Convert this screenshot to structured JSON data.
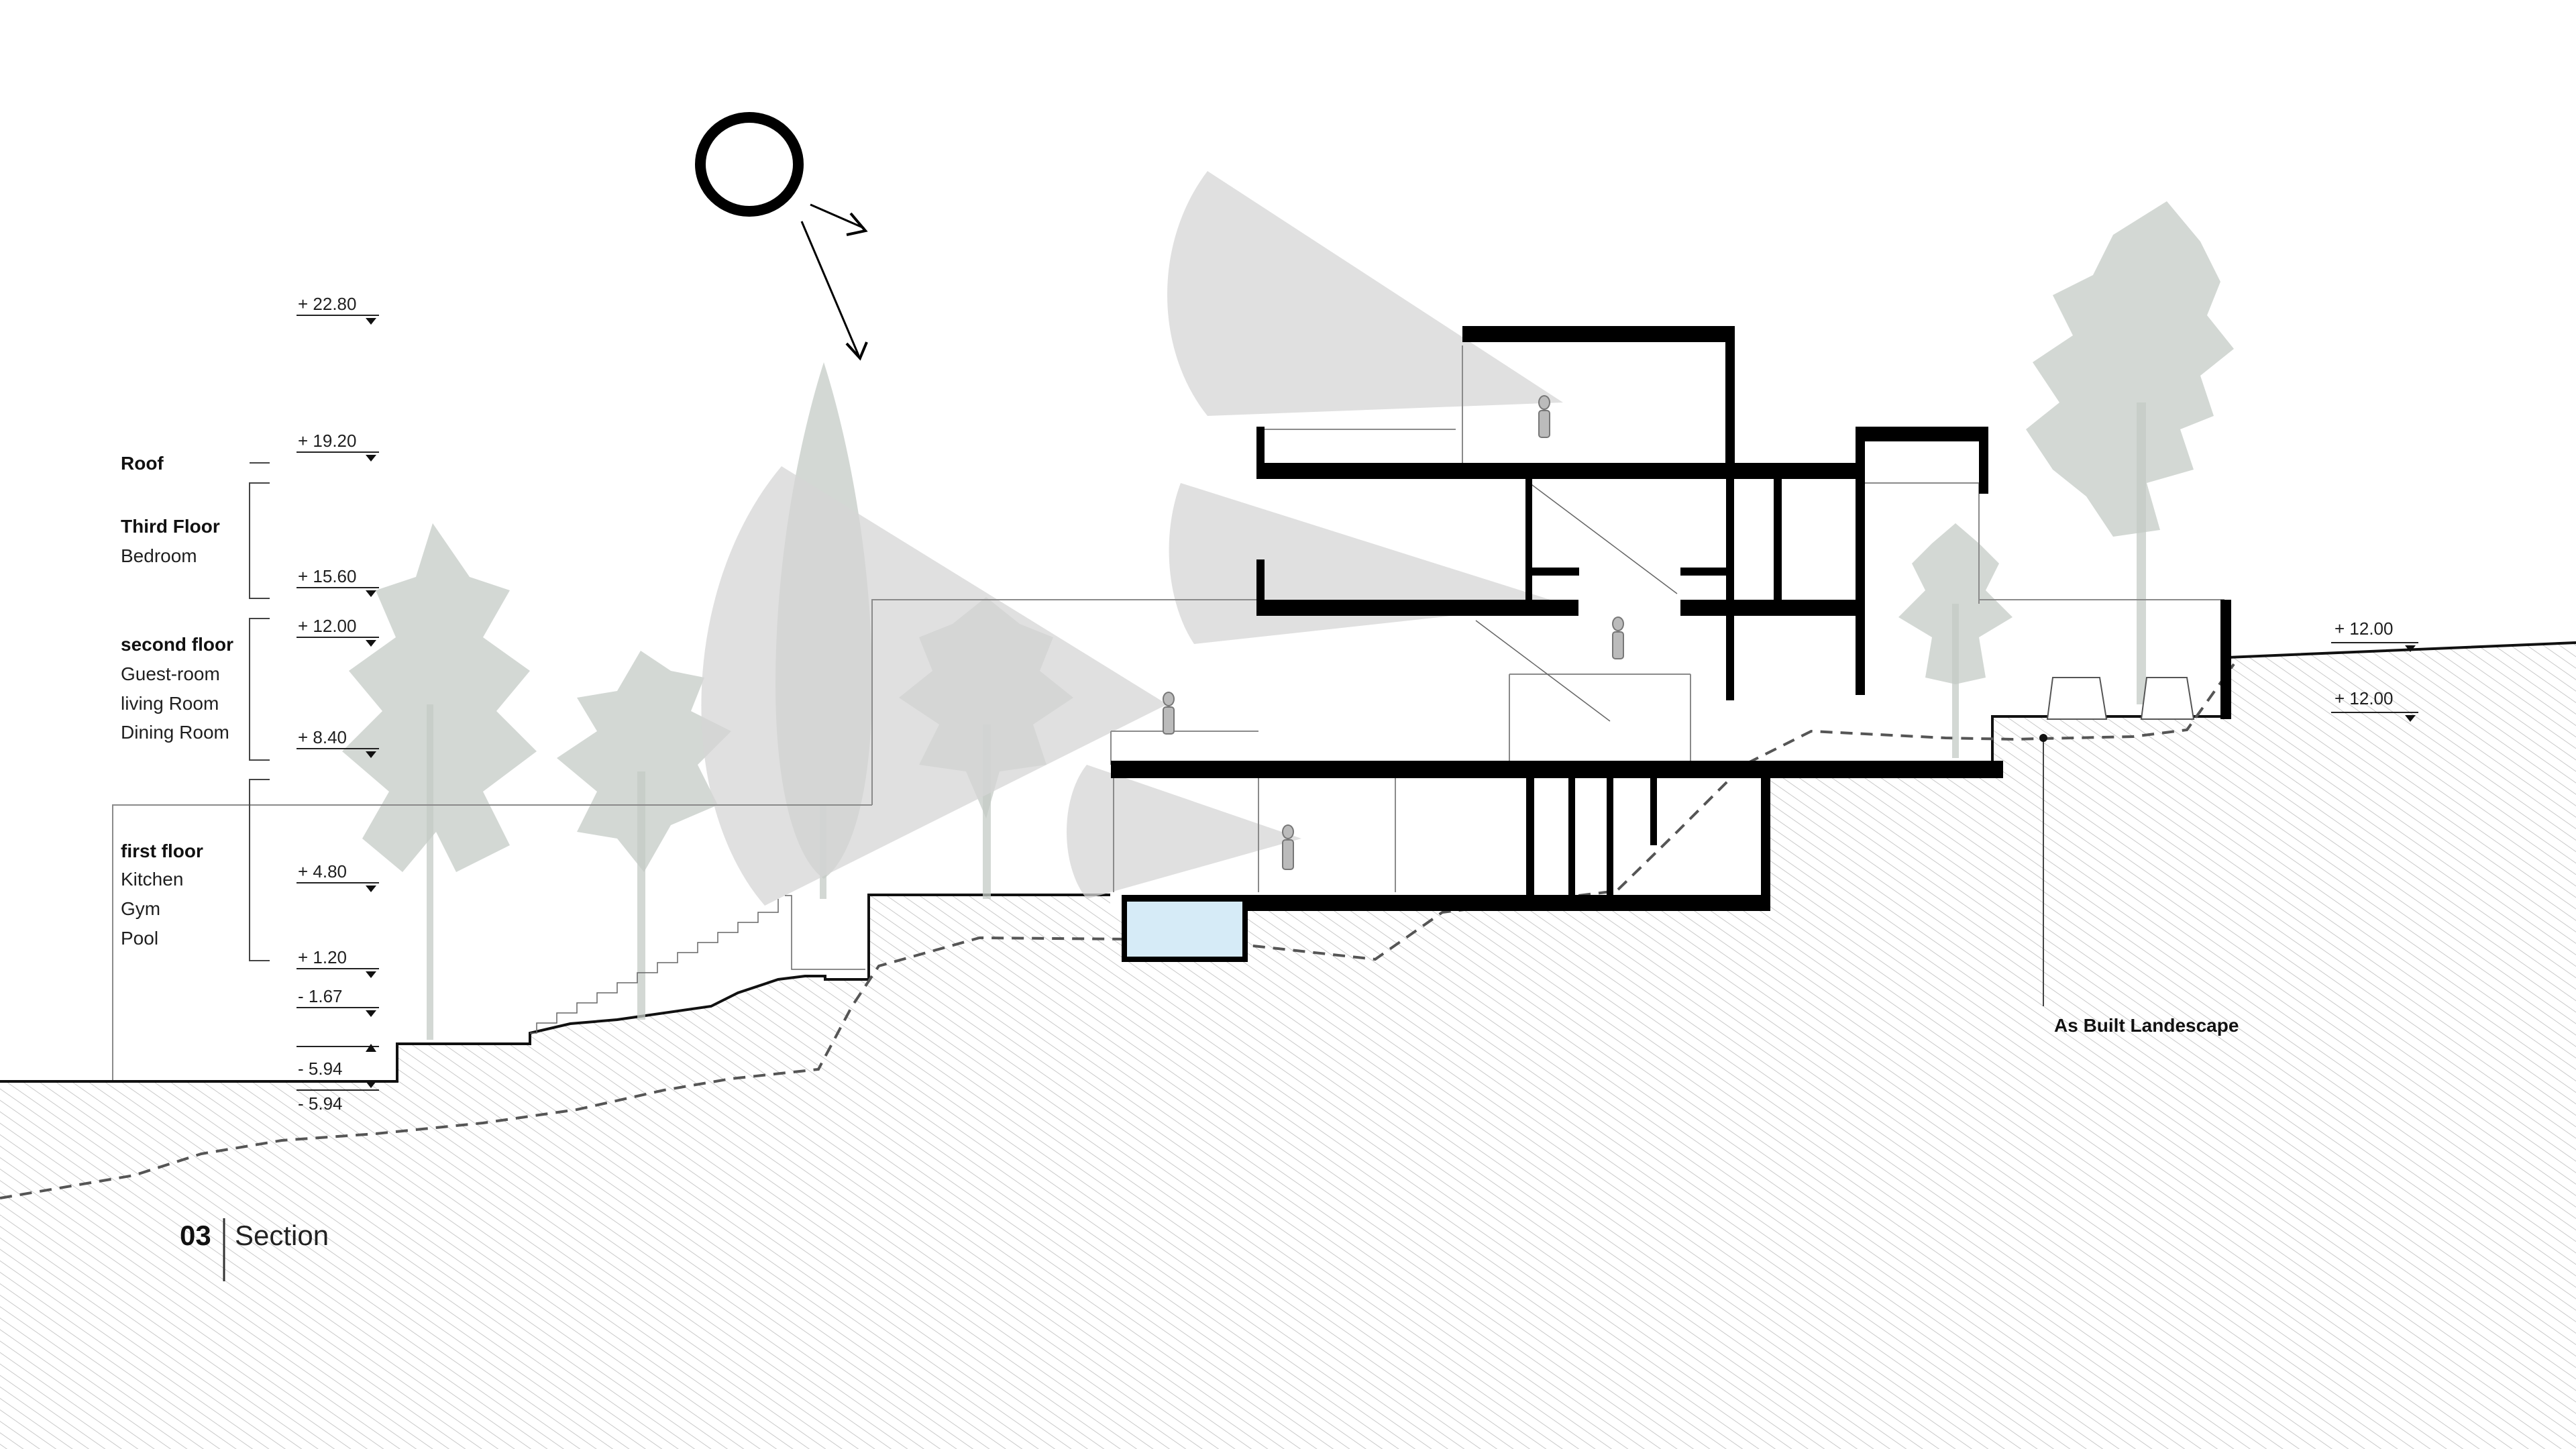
{
  "levels": {
    "l2280": "+ 22.80",
    "l1920": "+ 19.20",
    "l1560": "+ 15.60",
    "l1200": "+ 12.00",
    "l840": "+ 8.40",
    "l480": "+ 4.80",
    "l120": "+ 1.20",
    "m167": "- 1.67",
    "m594a": "- 5.94",
    "m594b": "- 5.94",
    "r1200a": "+ 12.00",
    "r1200b": "+ 12.00"
  },
  "floors": {
    "roof": {
      "title": "Roof"
    },
    "third": {
      "title": "Third Floor",
      "rooms": [
        "Bedroom"
      ]
    },
    "second": {
      "title": "second floor",
      "rooms": [
        "Guest-room",
        "living Room",
        "Dining Room"
      ]
    },
    "first": {
      "title": "first floor",
      "rooms": [
        "Kitchen",
        "Gym",
        "Pool"
      ]
    }
  },
  "annotations": {
    "landscape": "As Built Landescape"
  },
  "section": {
    "number": "03",
    "title": "Section"
  },
  "colors": {
    "wall": "#000000",
    "tree": "#c4cbc6",
    "sunbeam": "#d9d9d9",
    "pool": "#d6ebf7",
    "hatch": "#c8c8c8"
  }
}
